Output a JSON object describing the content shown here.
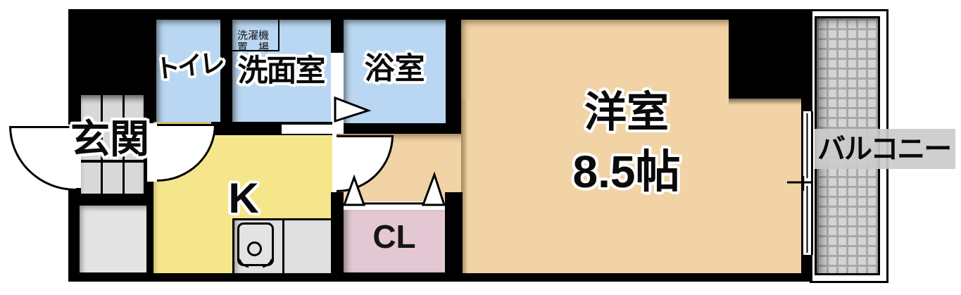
{
  "rooms": {
    "entrance": {
      "label": "玄関"
    },
    "toilet": {
      "label": "トイレ"
    },
    "washroom": {
      "label": "洗面室"
    },
    "washer_space": {
      "line1": "洗濯機",
      "line2": "置　場"
    },
    "bathroom": {
      "label": "浴室"
    },
    "western_room": {
      "label": "洋室",
      "size": "8.5帖"
    },
    "kitchen": {
      "label": "K"
    },
    "closet": {
      "label": "CL"
    },
    "balcony": {
      "label": "バルコニー"
    }
  },
  "colors": {
    "wall": "#000000",
    "wet_area_blue": "#B9D7F2",
    "western_room_tan": "#F1D3A5",
    "kitchen_yellow": "#F5E68C",
    "closet_pink": "#E3C8D4",
    "entrance_tile_gray": "#D9D9D9",
    "counter_gray": "#E0E0E0",
    "balcony_tile_gray": "#D4D4D4",
    "balcony_grid_line": "#A8A8A8",
    "label_band_gray": "#CBCBCB"
  }
}
